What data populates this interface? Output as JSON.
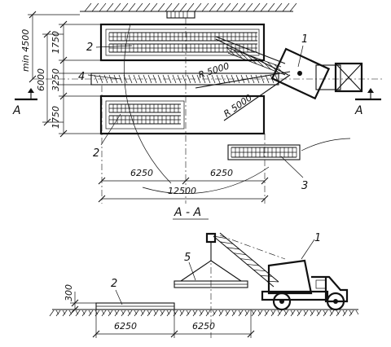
{
  "labels": {
    "crane": "1",
    "stack_upper": "2",
    "stack_lower": "2",
    "stack_single": "3",
    "center_stack": "4",
    "load": "5",
    "section_stack": "2",
    "crane_section": "1"
  },
  "dims": {
    "d1750_top": "1750",
    "d3250": "3250",
    "d1750_bot": "1750",
    "d6000": "6000",
    "dmin4500": "min 4500",
    "r5000_a": "R 5000",
    "r5000_b": "R 5000",
    "w6250_a": "6250",
    "w6250_b": "6250",
    "w12500": "12500",
    "h300": "300",
    "s6250_a": "6250",
    "s6250_b": "6250"
  },
  "section": {
    "mark_left": "A",
    "mark_right": "A",
    "title": "A - A"
  }
}
